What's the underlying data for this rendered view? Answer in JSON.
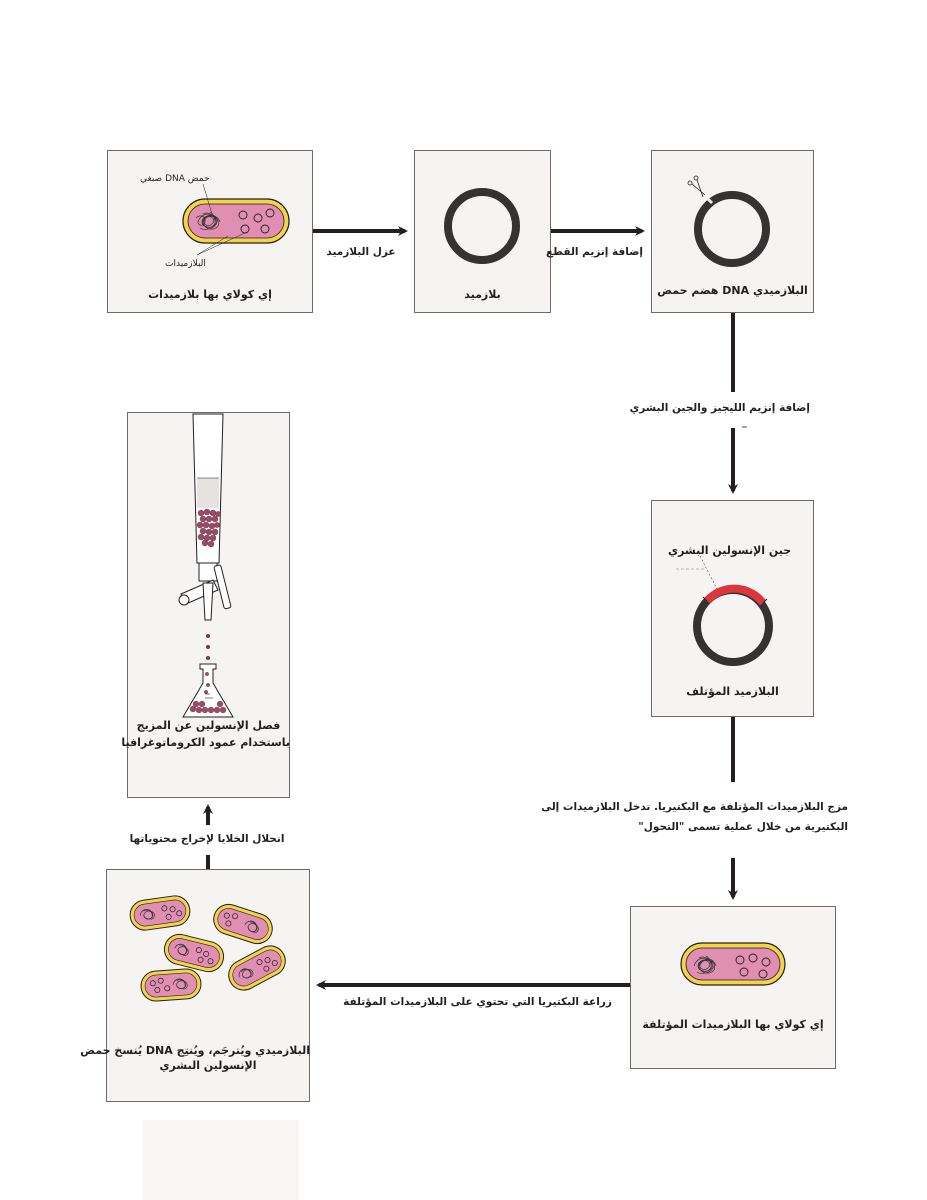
{
  "boxes": {
    "ecoli": {
      "caption": "إي كولاي بها بلازميدات",
      "dna_label": "حمض DNA صبغي",
      "plasmid_label": "البلازميدات"
    },
    "plasmid": {
      "caption": "بلازميد"
    },
    "digest": {
      "caption": "البلازميدي DNA هضم حمض"
    },
    "recombinant": {
      "caption": "البلازميد المؤتلف",
      "gene_label": "جين الإنسولين البشري"
    },
    "ecoli_recombinant": {
      "caption": "إي كولاي بها البلازميدات المؤتلفة"
    },
    "culture": {
      "caption_line1": "البلازميدي ويُترجَم، ويُنتِج DNA يُنسخ حمض",
      "caption_line2": "الإنسولين البشري"
    },
    "chromatography": {
      "caption_line1": "فصل الإنسولين عن المزيج",
      "caption_line2": "باستخدام عمود الكروماتوغرافيا"
    }
  },
  "steps": {
    "isolate": "عزل البلازميد",
    "cut_enzyme": "إضافة إنزيم القطع",
    "ligase": "إضافة إنزيم الليجيز والجين البشري",
    "mix_line1": "مزج البلازميدات المؤتلفة مع البكتيريا. تدخل البلازميدات إلى",
    "mix_line2": "البكتيرية من خلال عملية تسمى \"التحول\"",
    "cultivate": "زراعة البكتيريا التي تحتوي على البلازميدات المؤتلفة",
    "lyse": "انحلال الخلايا لإخراج محتوياتها"
  },
  "colors": {
    "cell_fill": "#e08fb2",
    "cell_wall": "#f2d44a",
    "ring": "#333333",
    "insert": "#d9363e",
    "box_bg": "#f6f4f2"
  }
}
